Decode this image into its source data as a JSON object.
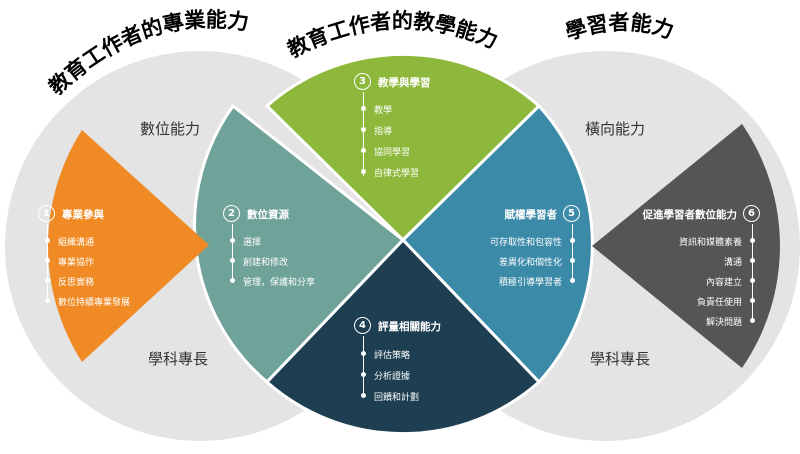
{
  "titles": {
    "left": "教育工作者的專業能力",
    "center": "教育工作者的教學能力",
    "right": "學習者能力"
  },
  "circle_labels": {
    "left_top": "數位能力",
    "left_bottom": "學科專長",
    "right_top": "橫向能力",
    "right_bottom": "學科專長"
  },
  "sections": [
    {
      "num": "1",
      "title": "專業參與",
      "color": "#f08a24",
      "items": [
        "組織溝通",
        "專業協作",
        "反思實務",
        "數位持續專業發展"
      ]
    },
    {
      "num": "2",
      "title": "數位資源",
      "color": "#6fa39a",
      "items": [
        "選擇",
        "創建和修改",
        "管理，保護和分享"
      ]
    },
    {
      "num": "3",
      "title": "教學與學習",
      "color": "#8db83b",
      "items": [
        "教學",
        "指導",
        "協同學習",
        "自律式學習"
      ]
    },
    {
      "num": "4",
      "title": "評量相關能力",
      "color": "#1e3f52",
      "items": [
        "評估策略",
        "分析證據",
        "回饋和計劃"
      ]
    },
    {
      "num": "5",
      "title": "賦權學習者",
      "color": "#3b8aa8",
      "items": [
        "可存取性和包容性",
        "差異化和個性化",
        "積極引導學習者"
      ]
    },
    {
      "num": "6",
      "title": "促進學習者數位能力",
      "color": "#555555",
      "items": [
        "資訊和媒體素養",
        "溝通",
        "內容建立",
        "負責任使用",
        "解決問題"
      ]
    }
  ]
}
